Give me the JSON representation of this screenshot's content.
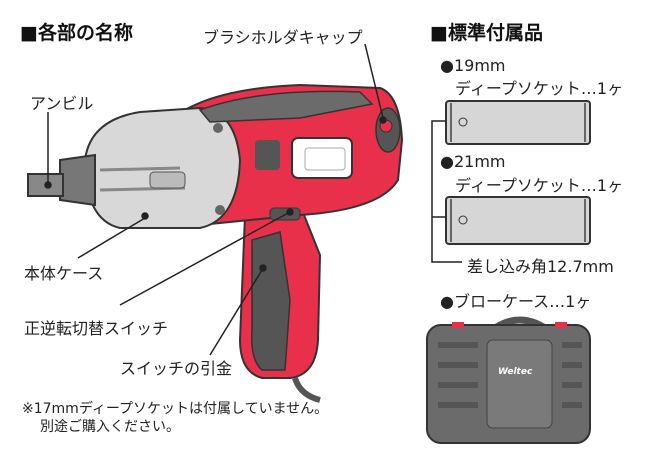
{
  "parts_section": {
    "title": "■各部の名称",
    "labels": {
      "brush_holder_cap": "ブラシホルダキャップ",
      "anvil": "アンビル",
      "body_case": "本体ケース",
      "direction_switch": "正逆転切替スイッチ",
      "trigger": "スイッチの引金"
    },
    "note_line1": "※17mmディープソケットは付属していません。",
    "note_line2": "別途ご購入ください。"
  },
  "accessories_section": {
    "title": "■標準付属品",
    "items": [
      {
        "size": "●19mm",
        "name": "ディープソケット…1ヶ"
      },
      {
        "size": "●21mm",
        "name": "ディープソケット…1ヶ"
      }
    ],
    "square_drive": "差し込み角12.7mm",
    "case": "●ブローケース…1ヶ",
    "case_logo": "Weltec"
  },
  "colors": {
    "body_red": "#e8304a",
    "grey": "#6b6b6b",
    "light_grey": "#d8d8d8"
  }
}
